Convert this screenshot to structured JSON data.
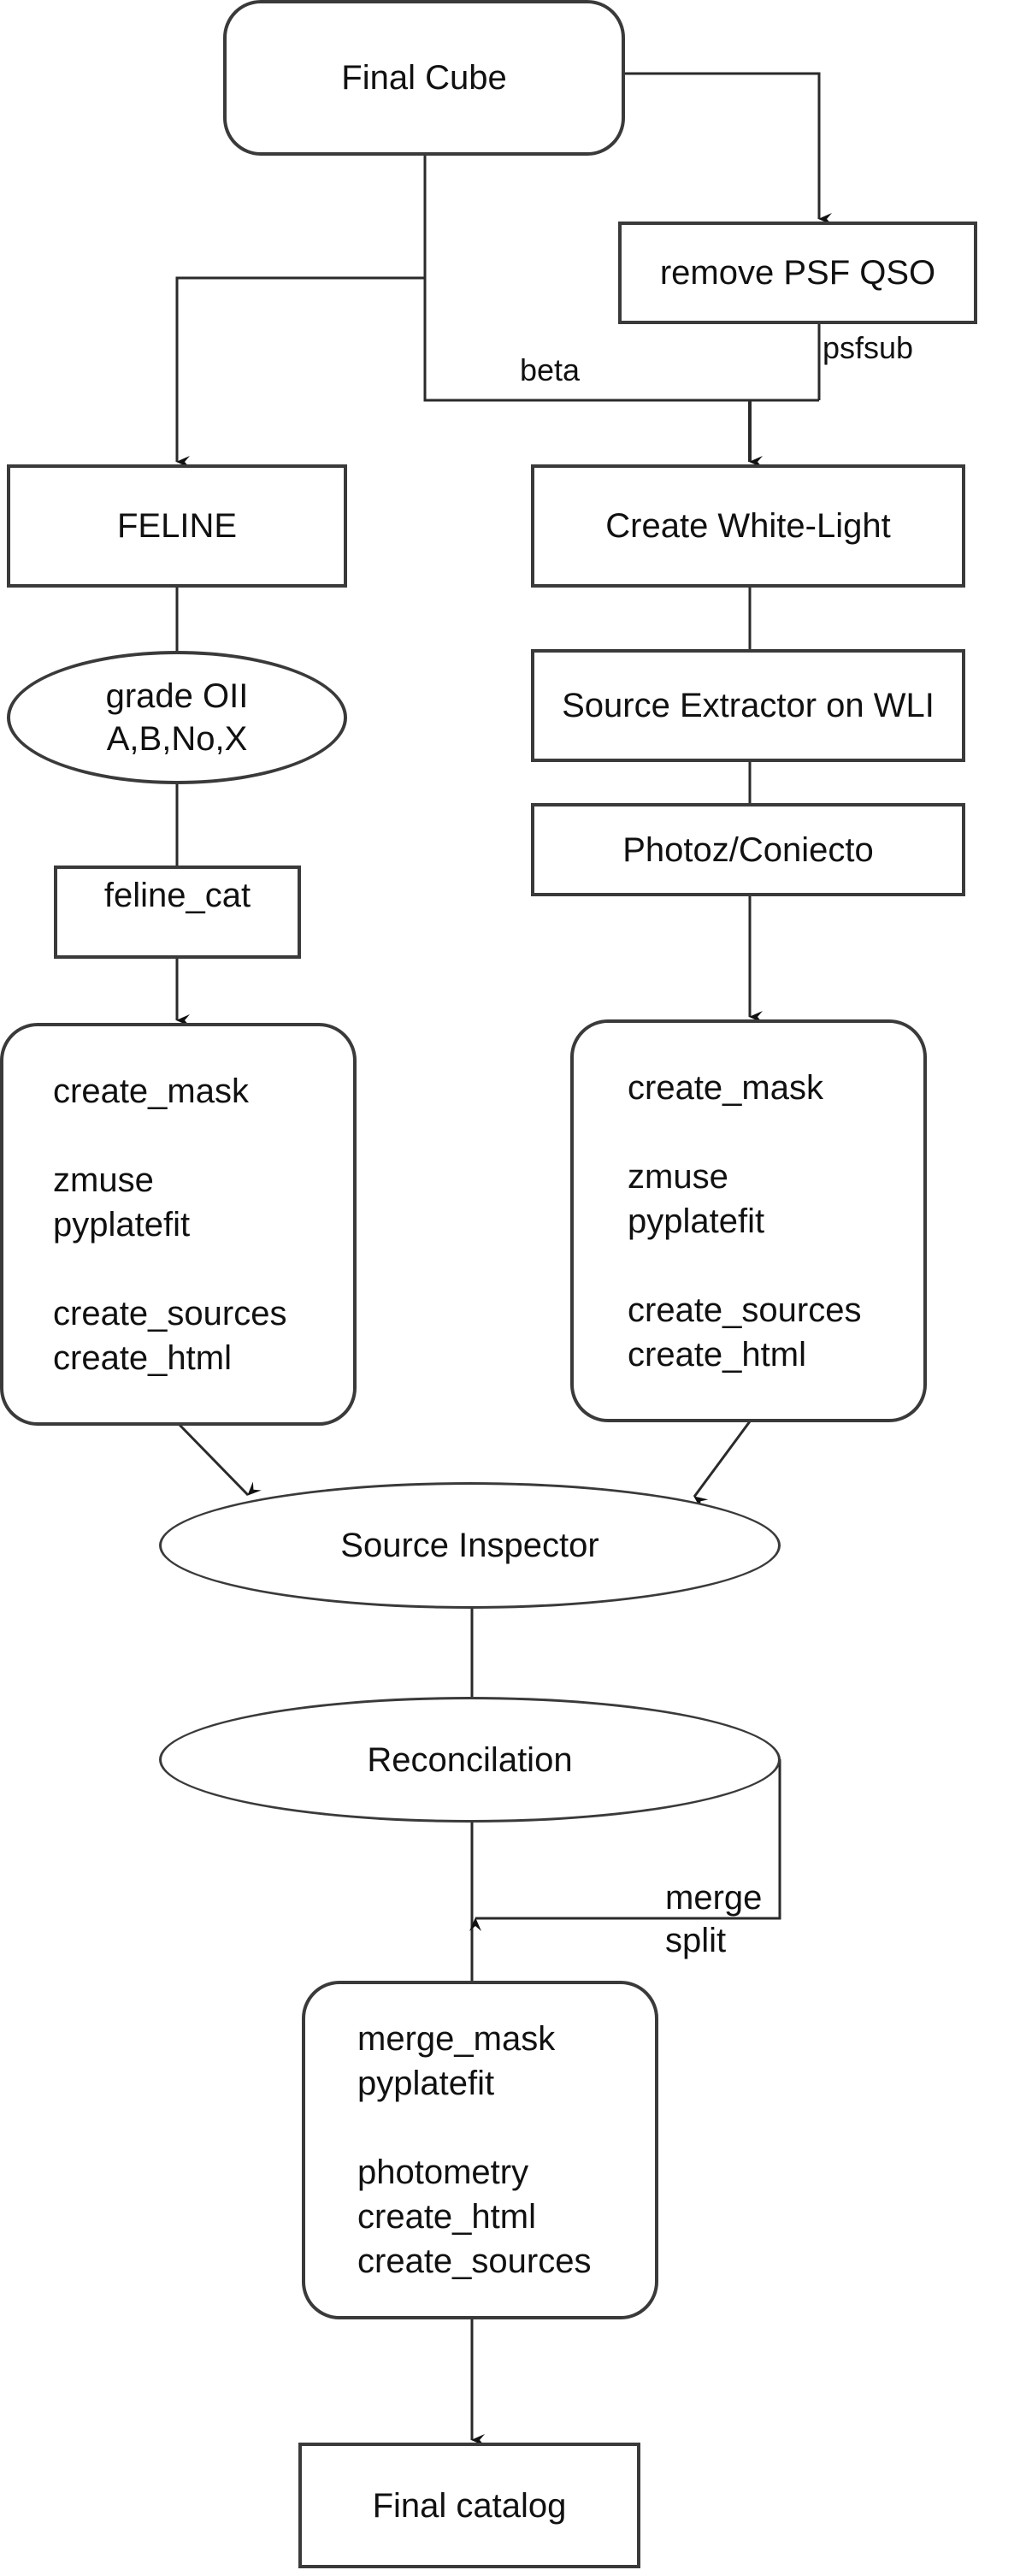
{
  "diagram": {
    "type": "flowchart",
    "nodes": {
      "final_cube": "Final Cube",
      "remove_psf": "remove PSF QSO",
      "feline": "FELINE",
      "create_wl": "Create White-Light",
      "grade_oii": [
        "grade OII",
        "A,B,No,X"
      ],
      "source_extractor": "Source Extractor on WLI",
      "photoz": "Photoz/Coniecto",
      "feline_cat": "feline_cat",
      "left_steps": [
        "create_mask",
        "",
        "zmuse",
        "pyplatefit",
        "",
        "create_sources",
        "create_html"
      ],
      "right_steps": [
        "create_mask",
        "",
        "zmuse",
        "pyplatefit",
        "",
        "create_sources",
        "create_html"
      ],
      "source_inspector": "Source Inspector",
      "reconcilation": "Reconcilation",
      "merge_steps": [
        "merge_mask",
        "pyplatefit",
        "",
        "photometry",
        "create_html",
        "create_sources"
      ],
      "final_catalog": "Final catalog"
    },
    "edge_labels": {
      "beta": "beta",
      "psfsub": "psfsub",
      "merge": "merge",
      "split": "split"
    },
    "edges": [
      {
        "from": "Final Cube",
        "to": "remove PSF QSO"
      },
      {
        "from": "Final Cube",
        "to": "FELINE"
      },
      {
        "from": "Final Cube",
        "to": "Create White-Light",
        "label": "beta"
      },
      {
        "from": "remove PSF QSO",
        "to": "Create White-Light",
        "label": "psfsub"
      },
      {
        "from": "FELINE",
        "to": "grade OII"
      },
      {
        "from": "grade OII",
        "to": "feline_cat"
      },
      {
        "from": "feline_cat",
        "to": "left processing"
      },
      {
        "from": "Create White-Light",
        "to": "Source Extractor on WLI"
      },
      {
        "from": "Source Extractor on WLI",
        "to": "Photoz/Coniecto"
      },
      {
        "from": "Photoz/Coniecto",
        "to": "right processing"
      },
      {
        "from": "left processing",
        "to": "Source Inspector"
      },
      {
        "from": "right processing",
        "to": "Source Inspector"
      },
      {
        "from": "Source Inspector",
        "to": "Reconcilation"
      },
      {
        "from": "Reconcilation",
        "to": "merge processing",
        "label": "merge split"
      },
      {
        "from": "merge processing",
        "to": "Final catalog"
      }
    ]
  }
}
